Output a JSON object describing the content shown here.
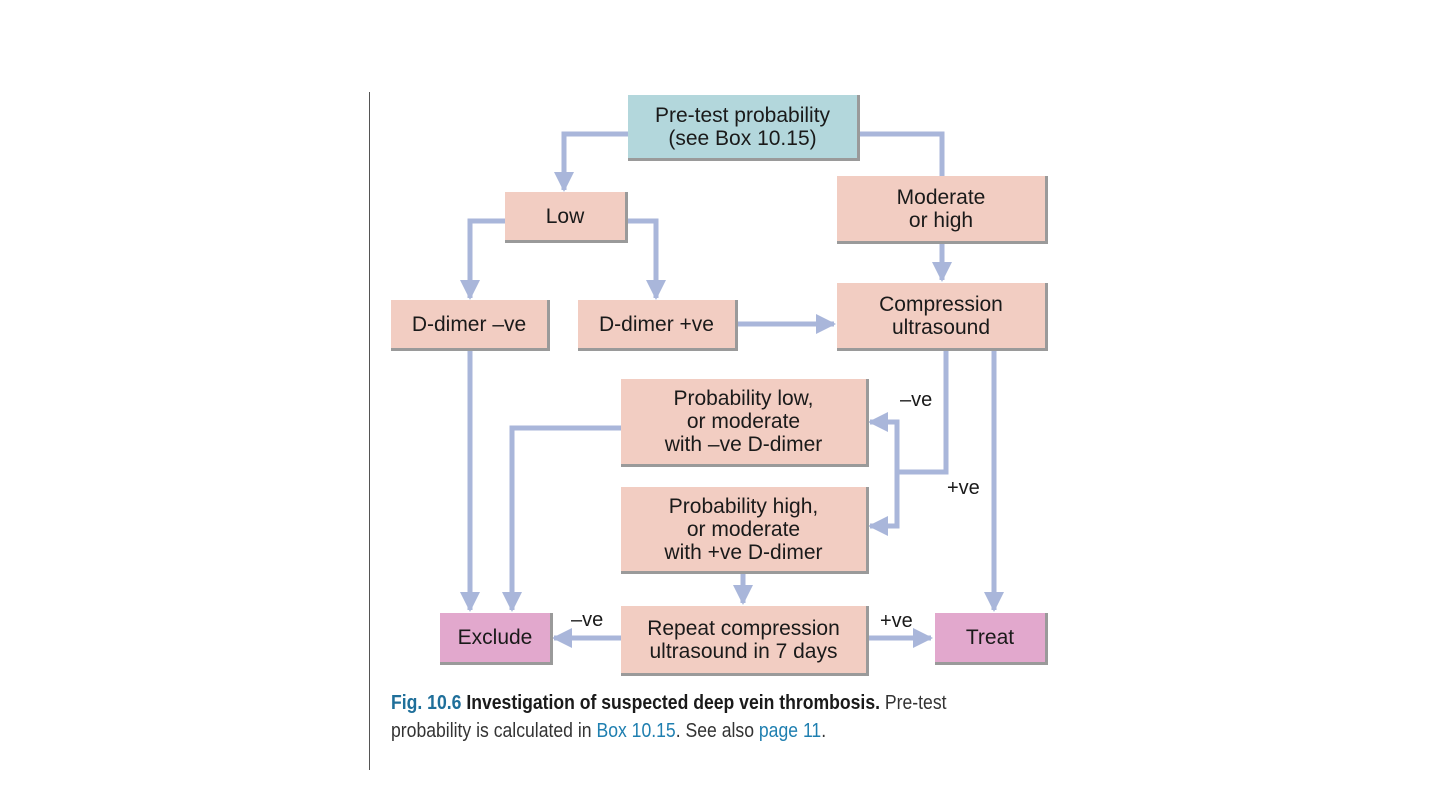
{
  "colors": {
    "arrow": "#a9b6da",
    "node_fill": "#f2cdc2",
    "start_fill": "#b3d7dc",
    "outcome_fill": "#e2a8cd",
    "caption_number": "#1f6f9a",
    "caption_link": "#1f7fb0"
  },
  "nodes": {
    "pretest": "Pre-test probability\n(see Box 10.15)",
    "low": "Low",
    "moderate_high": "Moderate\nor high",
    "ddimer_neg": "D-dimer –ve",
    "ddimer_pos": "D-dimer +ve",
    "compression_us": "Compression\nultrasound",
    "prob_low_mod": "Probability low,\nor moderate\nwith –ve D-dimer",
    "prob_high_mod": "Probability high,\nor moderate\nwith +ve D-dimer",
    "repeat_us": "Repeat compression\nultrasound in 7 days",
    "exclude": "Exclude",
    "treat": "Treat"
  },
  "edge_labels": {
    "us_negative": "–ve",
    "us_positive": "+ve",
    "repeat_negative": "–ve",
    "repeat_positive": "+ve"
  },
  "caption": {
    "figure_number": "Fig. 10.6",
    "title": "Investigation of suspected deep vein thrombosis.",
    "text_1": " Pre-test probability is calculated in ",
    "link_box": "Box 10.15",
    "text_2": ". See also ",
    "link_page": "page 11",
    "text_3": "."
  }
}
